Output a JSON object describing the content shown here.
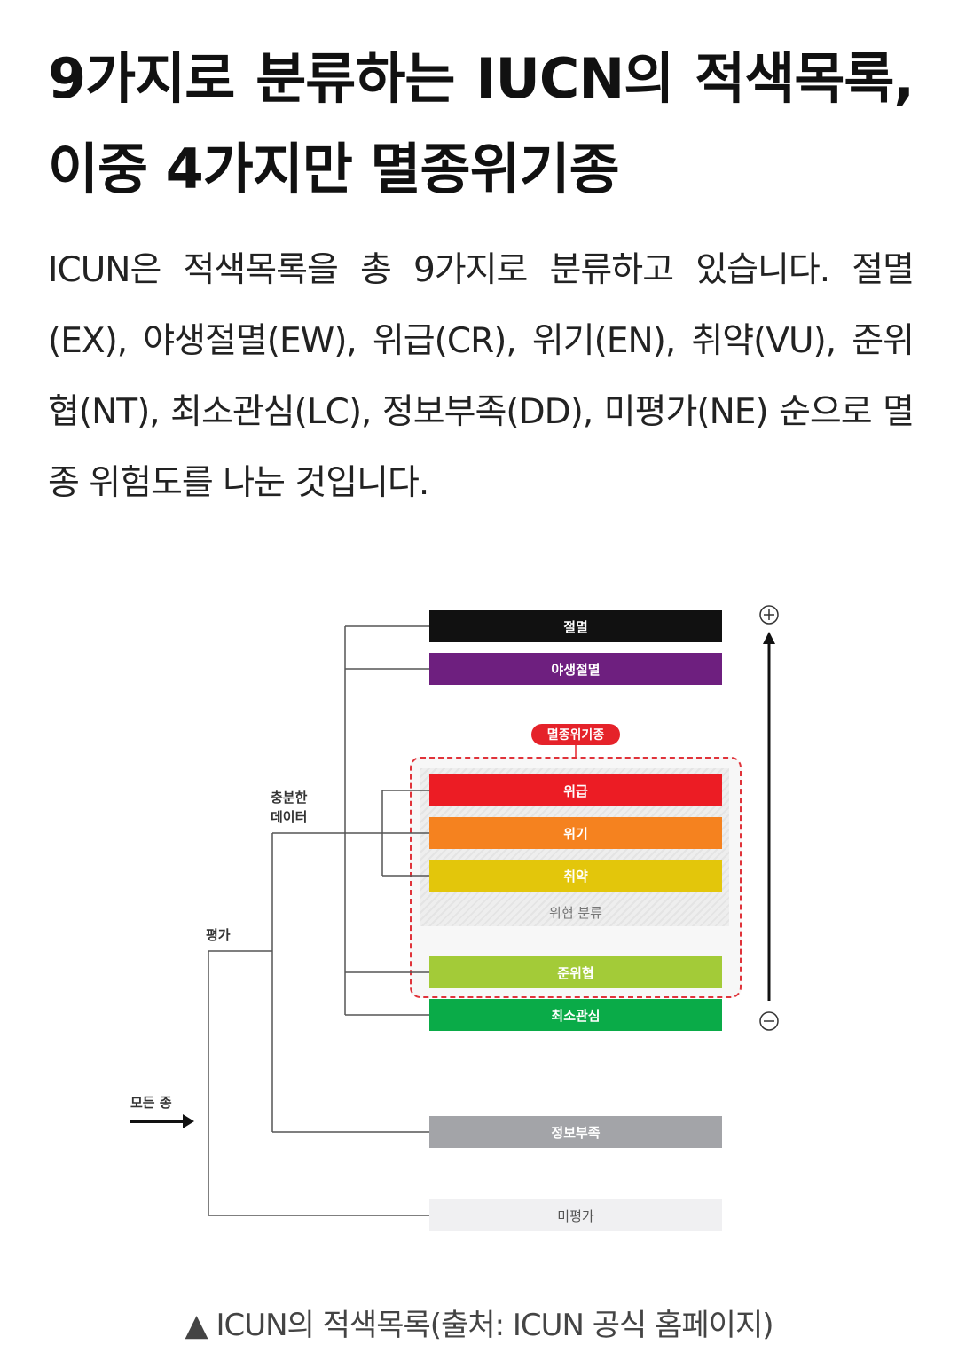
{
  "title": "9가지로 분류하는 IUCN의 적색목록, 이중 4가지만 멸종위기종",
  "body": "ICUN은 적색목록을 총 9가지로 분류하고 있습니다. 절멸(EX), 야생절멸(EW), 위급(CR), 위기(EN), 취약(VU), 준위협(NT), 최소관심(LC), 정보부족(DD), 미평가(NE) 순으로 멸종 위험도를 나눈 것입니다.",
  "diagram": {
    "categories": [
      {
        "label": "절멸",
        "color": "#111111"
      },
      {
        "label": "야생절멸",
        "color": "#6e1f7f"
      },
      {
        "label": "위급",
        "color": "#ec1c24"
      },
      {
        "label": "위기",
        "color": "#f5821f"
      },
      {
        "label": "취약",
        "color": "#e3c60b"
      },
      {
        "label": "준위협",
        "color": "#a3cb38"
      },
      {
        "label": "최소관심",
        "color": "#0aab48"
      },
      {
        "label": "정보부족",
        "color": "#a3a4a8"
      },
      {
        "label": "미평가",
        "color": "#f0f0f2"
      }
    ],
    "endangered_badge": "멸종위기종",
    "threatened_label": "위협 분류",
    "sufficient_data_line1": "충분한",
    "sufficient_data_line2": "데이터",
    "evaluated_label": "평가",
    "all_species_label": "모든 종",
    "plus_icon": "plus-circle",
    "minus_icon": "minus-circle"
  },
  "caption": "▲ ICUN의 적색목록(출처: ICUN 공식 홈페이지)"
}
